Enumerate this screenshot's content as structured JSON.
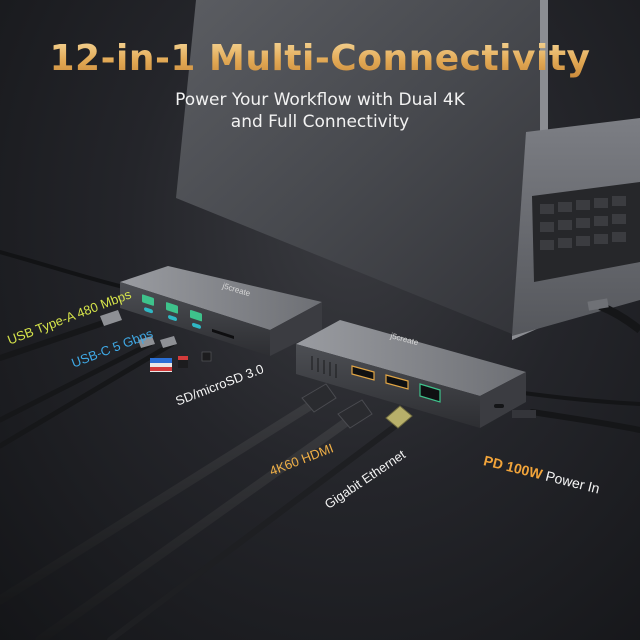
{
  "headline": "12-in-1 Multi-Connectivity",
  "subtitle": {
    "line1": "Power Your Workflow with Dual 4K",
    "line2": "and Full Connectivity"
  },
  "labels": {
    "usb_a": "USB Type-A 480 Mbps",
    "usb_c": "USB-C 5 Gbps",
    "sd": "SD/microSD 3.0",
    "hdmi": "4K60 HDMI",
    "ethernet": "Gigabit Ethernet",
    "pd_highlight": "PD 100W",
    "pd_rest": "Power In"
  },
  "brand_logo": "j5create",
  "colors": {
    "headline_gold": "#e2a955",
    "usb_a_label": "#d4e24a",
    "usb_c_label": "#3fa9e6",
    "hdmi_label": "#f0b047",
    "pd_label": "#f2a43a",
    "port_green": "#3ec28b",
    "port_teal": "#2fb7c4",
    "background": "#24252a"
  }
}
